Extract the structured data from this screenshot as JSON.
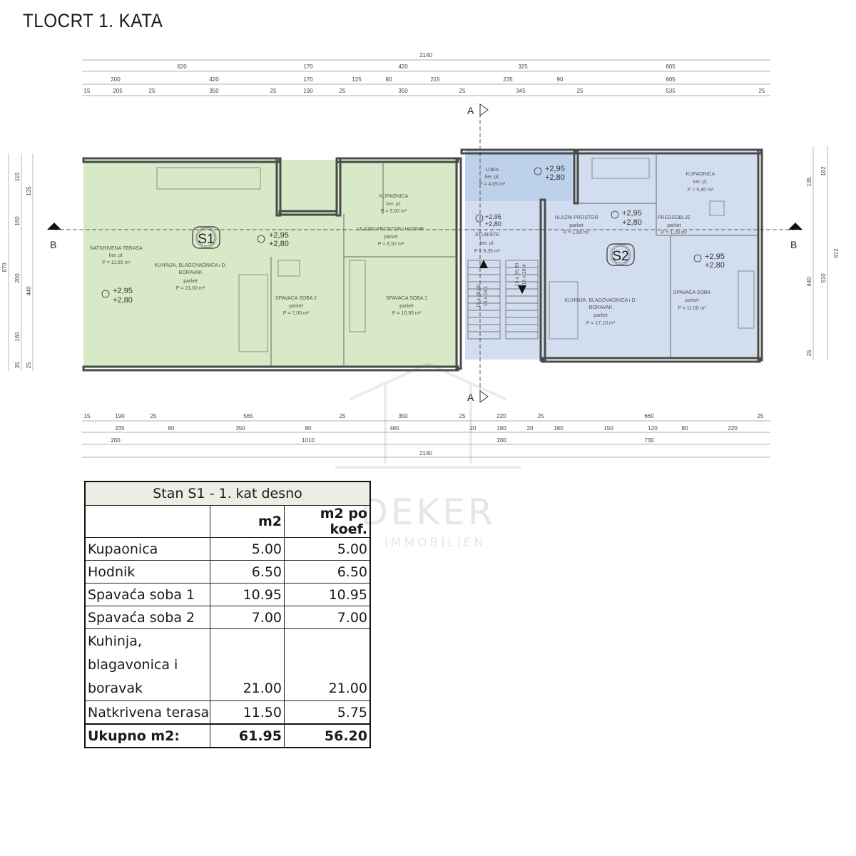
{
  "title": "TLOCRT 1. KATA",
  "section_labels": {
    "a_top": "A",
    "a_bottom": "A",
    "b_left": "B",
    "b_right": "B"
  },
  "apartments": [
    {
      "id": "S1",
      "color": "#c9e2b3"
    },
    {
      "id": "S2",
      "color": "#c3d3ea"
    }
  ],
  "rooms": [
    {
      "name": "NATKRIVENA TERASA",
      "floor": "ker. pl.",
      "area": "P = 11,50 m²"
    },
    {
      "name": "KUHINJA, BLAGOVAONICA i D.",
      "name2": "BORAVAK",
      "floor": "parket",
      "area": "P = 21,00 m²"
    },
    {
      "name": "KUPAONICA",
      "floor": "ker. pl.",
      "area": "P = 5,00 m²"
    },
    {
      "name": "ULAZNI PROSTOR i HODNIK",
      "floor": "parket",
      "area": "P = 6,50 m²"
    },
    {
      "name": "SPAVAĆA SOBA 2",
      "floor": "parket",
      "area": "P = 7,00 m²"
    },
    {
      "name": "SPAVAĆA SOBA 1",
      "floor": "parket",
      "area": "P = 10,95 m²"
    },
    {
      "name": "STUBIŠTE",
      "floor": "ker. pl.",
      "area": "P = 9,35 m²"
    },
    {
      "name": "LOĐA",
      "floor": "ker. pl.",
      "area": "P = 4,05 m²"
    },
    {
      "name": "KUPAONICA",
      "floor": "ker. pl.",
      "area": "P = 5,40 m²"
    },
    {
      "name": "ULAZNI PROSTOR",
      "floor": "parket",
      "area": "P = 1,60 m²"
    },
    {
      "name": "PREDSOBLJE",
      "floor": "parket",
      "area": "P = 1,20 m²"
    },
    {
      "name": "KUHINJA, BLAGOVAONICA i D.",
      "name2": "BORAVAK",
      "floor": "parket",
      "area": "P = 17,10 m²"
    },
    {
      "name": "SPAVAĆA SOBA",
      "floor": "parket",
      "area": "P = 11,00 m²"
    }
  ],
  "levels": {
    "upper": "+2,95",
    "lower": "+2,80"
  },
  "dimensions": {
    "top_total": "2140",
    "top_row1": [
      "620",
      "170",
      "420",
      "325",
      "605"
    ],
    "top_row2": [
      "200",
      "420",
      "170",
      "125",
      "80",
      "215",
      "235",
      "90",
      "605"
    ],
    "top_row3": [
      "15",
      "205",
      "25",
      "350",
      "25",
      "190",
      "25",
      "350",
      "25",
      "345",
      "25",
      "535",
      "25"
    ],
    "bottom_row1": [
      "15",
      "190",
      "25",
      "565",
      "25",
      "350",
      "25",
      "220",
      "25",
      "660",
      "25"
    ],
    "bottom_row2": [
      "235",
      "80",
      "350",
      "80",
      "465",
      "20",
      "160",
      "20",
      "160",
      "150",
      "120",
      "80",
      "220"
    ],
    "bottom_row3": [
      "200",
      "1010",
      "200",
      "730"
    ],
    "bottom_total": "2140",
    "left": [
      "670",
      "115",
      "135",
      "160",
      "200",
      "440",
      "160",
      "35",
      "25"
    ],
    "right": [
      "672",
      "162",
      "135",
      "510",
      "440",
      "25"
    ]
  },
  "stairs": {
    "a": "15 x 28,00",
    "b": "16 x 18,1",
    "c": "15 x 28,00",
    "d": "16 x 18,4"
  },
  "watermark": {
    "brand": "DEKER",
    "sub": "IMMOBILIEN"
  },
  "table": {
    "caption": "Stan S1 - 1. kat desno",
    "headers": [
      "",
      "m2",
      "m2 po koef."
    ],
    "rows": [
      {
        "name": "Kupaonica",
        "m2": "5.00",
        "koef": "5.00"
      },
      {
        "name": "Hodnik",
        "m2": "6.50",
        "koef": "6.50"
      },
      {
        "name": "Spavaća soba 1",
        "m2": "10.95",
        "koef": "10.95"
      },
      {
        "name": "Spavaća soba 2",
        "m2": "7.00",
        "koef": "7.00"
      },
      {
        "name_lines": [
          "Kuhinja,",
          "blagavonica i",
          "boravak"
        ],
        "m2": "21.00",
        "koef": "21.00"
      },
      {
        "name": "Natkrivena terasa",
        "m2": "11.50",
        "koef": "5.75"
      }
    ],
    "total": {
      "name": "Ukupno m2:",
      "m2": "61.95",
      "koef": "56.20"
    }
  }
}
